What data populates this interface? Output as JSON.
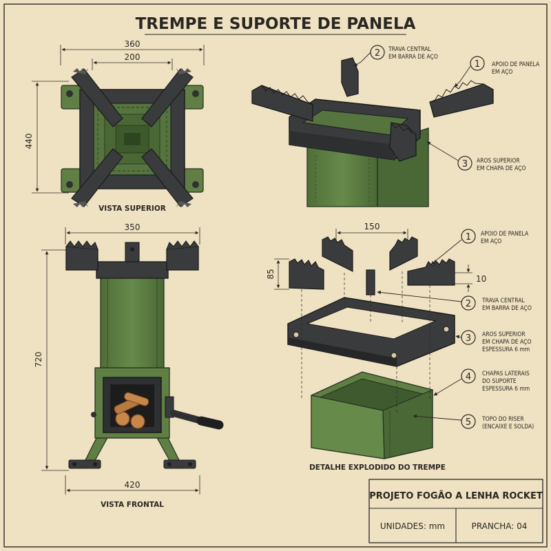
{
  "title": "TREMPE E SUPORTE DE PANELA",
  "views": {
    "top": {
      "label": "VISTA SUPERIOR",
      "dims": {
        "outer_width": "360",
        "inner_width": "200",
        "depth": "440"
      }
    },
    "front": {
      "label": "VISTA FRONTAL",
      "dims": {
        "top_width": "350",
        "height": "720",
        "base_width": "420"
      }
    },
    "exploded": {
      "label": "DETALHE EXPLODIDO DO TREMPE",
      "dims": {
        "spacing": "150",
        "tooth_height": "85",
        "tooth_width": "10"
      }
    }
  },
  "iso_callouts": [
    {
      "num": "1",
      "line1": "APOIO DE PANELA",
      "line2": "EM AÇO"
    },
    {
      "num": "2",
      "line1": "TRAVA CENTRAL",
      "line2": "EM BARRA DE AÇO"
    },
    {
      "num": "3",
      "line1": "AROS SUPERIOR",
      "line2": "EM CHAPA DE AÇO"
    }
  ],
  "exploded_callouts": [
    {
      "num": "1",
      "line1": "APOIO DE PANELA",
      "line2": "EM AÇO",
      "line3": ""
    },
    {
      "num": "2",
      "line1": "TRAVA CENTRAL",
      "line2": "EM BARRA DE AÇO",
      "line3": ""
    },
    {
      "num": "3",
      "line1": "AROS SUPERIOR",
      "line2": "EM CHAPA DE AÇO",
      "line3": "ESPESSURA 6 mm"
    },
    {
      "num": "4",
      "line1": "CHAPAS LATERAIS",
      "line2": "DO SUPORTE",
      "line3": "ESPESSURA 6 mm"
    },
    {
      "num": "5",
      "line1": "TOPO DO RISER",
      "line2": "(ENCAIXE E SOLDA)",
      "line3": ""
    }
  ],
  "title_block": {
    "project": "PROJETO FOGÃO A LENHA ROCKET",
    "units": "UNIDADES: mm",
    "sheet": "PRANCHA: 04"
  },
  "colors": {
    "paper": "#efe2c2",
    "steel": "#3a3b3d",
    "steel_light": "#5a5c5f",
    "green": "#5f7f45",
    "green_dark": "#3f5a2e",
    "wood": "#c8874a",
    "ink": "#2a2622"
  }
}
